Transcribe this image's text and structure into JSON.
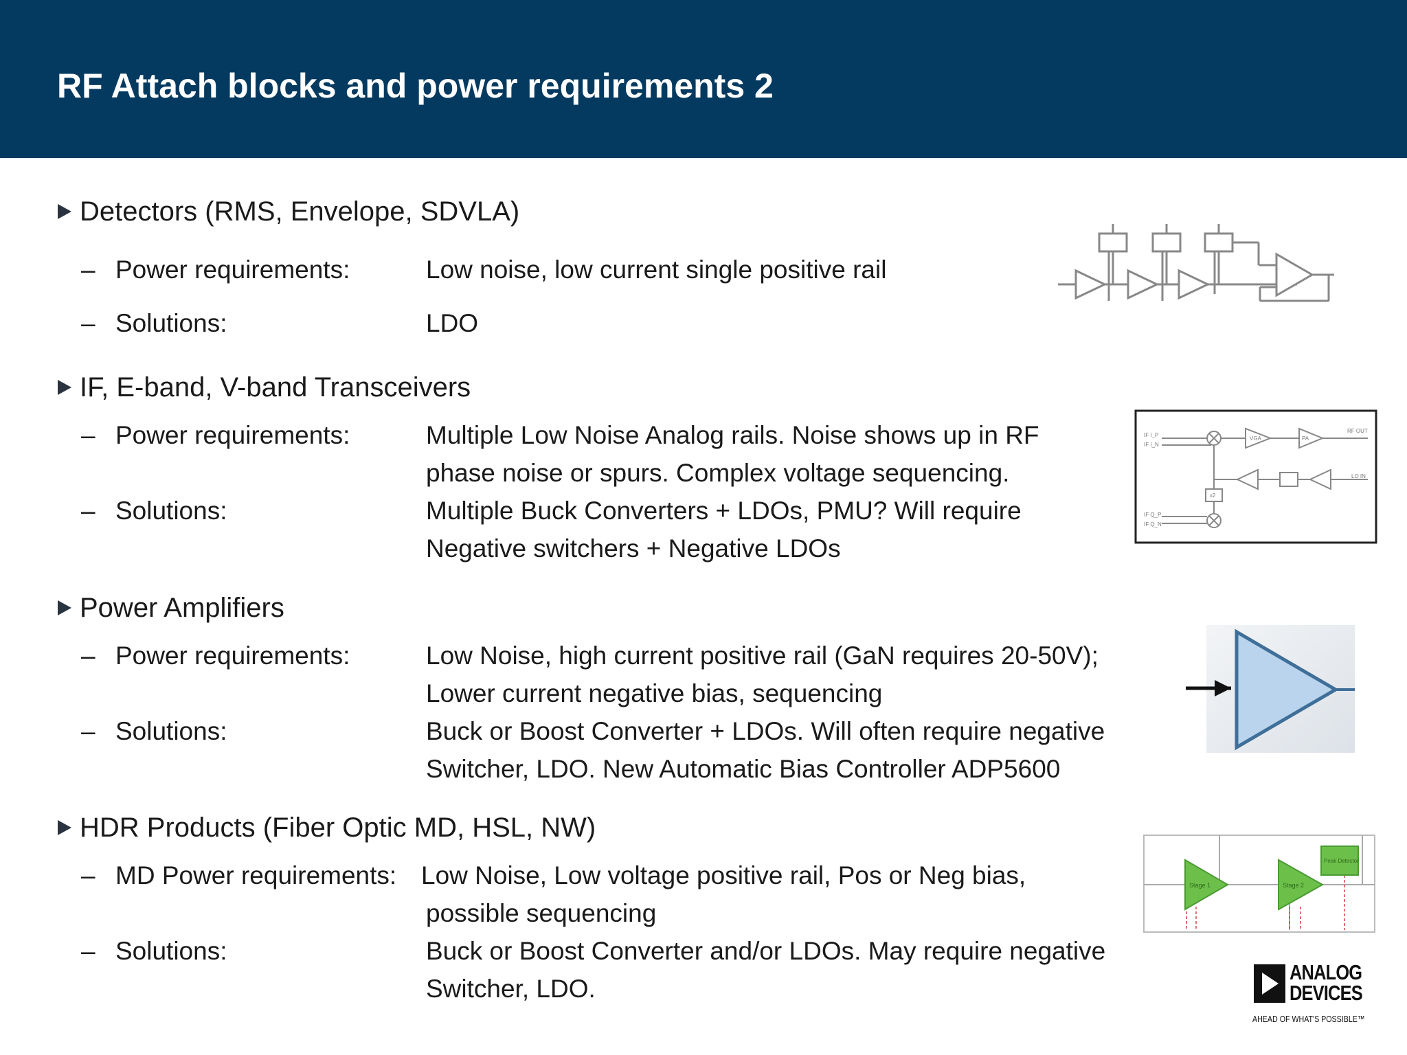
{
  "slide": {
    "title": "RF Attach blocks and power requirements 2",
    "sections": [
      {
        "heading": "Detectors (RMS, Envelope, SDVLA)",
        "rows": [
          {
            "dash": "–",
            "label": "Power requirements:",
            "lines": [
              "Low noise, low current single positive rail"
            ]
          },
          {
            "dash": "–",
            "label": "Solutions:",
            "lines": [
              "LDO"
            ]
          }
        ]
      },
      {
        "heading": "IF, E-band, V-band Transceivers",
        "rows": [
          {
            "dash": "–",
            "label": "Power requirements:",
            "lines": [
              "Multiple Low Noise Analog rails. Noise shows up in RF",
              "phase noise or spurs. Complex voltage sequencing."
            ]
          },
          {
            "dash": "–",
            "label": "Solutions:",
            "lines": [
              "Multiple Buck Converters + LDOs, PMU? Will require",
              "Negative switchers + Negative LDOs"
            ]
          }
        ]
      },
      {
        "heading": "Power Amplifiers",
        "rows": [
          {
            "dash": "–",
            "label": "Power requirements:",
            "lines": [
              "Low Noise, high current positive rail (GaN requires 20-50V);",
              "Lower current negative bias, sequencing"
            ]
          },
          {
            "dash": "–",
            "label": "Solutions:",
            "lines": [
              "Buck or Boost Converter + LDOs. Will often require negative",
              "Switcher, LDO. New Automatic Bias Controller ADP5600"
            ]
          }
        ]
      },
      {
        "heading": "HDR Products (Fiber Optic MD, HSL, NW)",
        "rows": [
          {
            "dash": "–",
            "label": "MD Power requirements:",
            "lines": [
              "Low Noise, Low voltage positive rail, Pos or Neg bias,",
              "possible sequencing"
            ]
          },
          {
            "dash": "–",
            "label": "Solutions:",
            "lines": [
              "Buck or Boost Converter and/or LDOs. May require negative",
              "Switcher, LDO."
            ]
          }
        ]
      }
    ]
  },
  "figures": {
    "transceiver": {
      "labels": [
        "IF I_P",
        "IF I_N",
        "VGA",
        "PA",
        "RF OUT",
        "LO IN",
        "x2",
        "IF Q_P",
        "IF Q_N"
      ]
    },
    "hdr": {
      "labels": [
        "Stage 1",
        "Stage 2",
        "Peak Detector"
      ]
    }
  },
  "logo": {
    "line1": "ANALOG",
    "line2": "DEVICES",
    "tagline": "AHEAD OF WHAT'S POSSIBLE™"
  },
  "colors": {
    "header": "#053a60",
    "pa_fill": "#b9d4ec",
    "hdr_green": "#6cc04a"
  }
}
